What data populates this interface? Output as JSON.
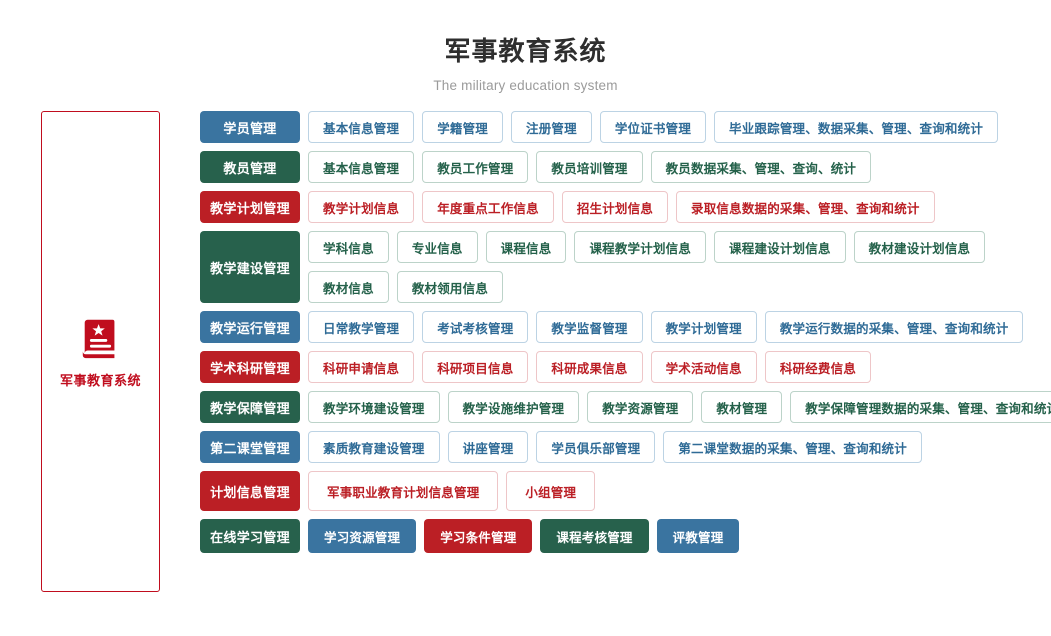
{
  "header": {
    "title": "军事教育系统",
    "subtitle": "The military education system"
  },
  "sidebar": {
    "icon": "book-star-icon",
    "label": "军事教育系统",
    "border_color": "#c00d1e"
  },
  "palette": {
    "blue": "#3a74a0",
    "green": "#27614c",
    "red": "#bb1f25",
    "title_color": "#2e2e2e",
    "subtitle_color": "#9b9b9b"
  },
  "matrix": {
    "rows": [
      {
        "category": "学员管理",
        "color": "blue",
        "groups": [
          [
            "基本信息管理",
            "学籍管理",
            "注册管理",
            "学位证书管理",
            "毕业跟踪管理、数据采集、管理、查询和统计"
          ]
        ]
      },
      {
        "category": "教员管理",
        "color": "green",
        "groups": [
          [
            "基本信息管理",
            "教员工作管理",
            "教员培训管理",
            "教员数据采集、管理、查询、统计"
          ]
        ]
      },
      {
        "category": "教学计划管理",
        "color": "red",
        "groups": [
          [
            "教学计划信息",
            "年度重点工作信息",
            "招生计划信息",
            "录取信息数据的采集、管理、查询和统计"
          ]
        ]
      },
      {
        "category": "教学建设管理",
        "color": "green",
        "tall": true,
        "groups": [
          [
            "学科信息",
            "专业信息",
            "课程信息",
            "课程教学计划信息",
            "课程建设计划信息",
            "教材建设计划信息"
          ],
          [
            "教材信息",
            "教材领用信息"
          ]
        ]
      },
      {
        "category": "教学运行管理",
        "color": "blue",
        "groups": [
          [
            "日常教学管理",
            "考试考核管理",
            "教学监督管理",
            "教学计划管理",
            "教学运行数据的采集、管理、查询和统计"
          ]
        ]
      },
      {
        "category": "学术科研管理",
        "color": "red",
        "groups": [
          [
            "科研申请信息",
            "科研项目信息",
            "科研成果信息",
            "学术活动信息",
            "科研经费信息"
          ]
        ]
      },
      {
        "category": "教学保障管理",
        "color": "green",
        "groups": [
          [
            "教学环境建设管理",
            "教学设施维护管理",
            "教学资源管理",
            "教材管理",
            "教学保障管理数据的采集、管理、查询和统计"
          ]
        ]
      },
      {
        "category": "第二课堂管理",
        "color": "blue",
        "groups": [
          [
            "素质教育建设管理",
            "讲座管理",
            "学员俱乐部管理",
            "第二课堂数据的采集、管理、查询和统计"
          ]
        ]
      },
      {
        "category": "计划信息管理",
        "color": "red",
        "tall_items": true,
        "groups": [
          [
            "军事职业教育计划信息管理",
            "小组管理"
          ]
        ]
      },
      {
        "category": "在线学习管理",
        "color": "green",
        "filled_items": true,
        "groups": [
          [
            "学习资源管理",
            "学习条件管理",
            "课程考核管理",
            "评教管理"
          ]
        ],
        "item_colors": [
          "blue",
          "red",
          "green",
          "blue"
        ]
      }
    ]
  }
}
